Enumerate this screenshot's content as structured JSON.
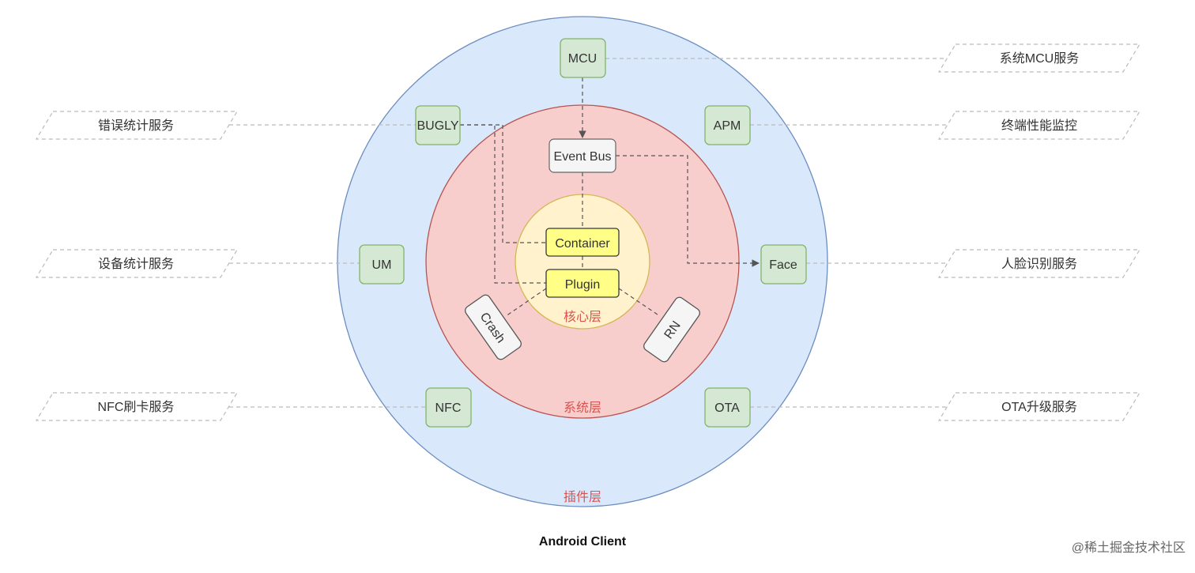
{
  "layers": {
    "plugin": "插件层",
    "system": "系统层",
    "core": "核心层"
  },
  "core_nodes": {
    "container": "Container",
    "plugin": "Plugin"
  },
  "system_nodes": {
    "event_bus": "Event Bus",
    "crash": "Crash",
    "rn": "RN"
  },
  "plugins": {
    "mcu": "MCU",
    "bugly": "BUGLY",
    "apm": "APM",
    "um": "UM",
    "face": "Face",
    "nfc": "NFC",
    "ota": "OTA"
  },
  "services": {
    "mcu": "系统MCU服务",
    "bugly": "错误统计服务",
    "apm": "终端性能监控",
    "um": "设备统计服务",
    "face": "人脸识别服务",
    "nfc": "NFC刷卡服务",
    "ota": "OTA升级服务"
  },
  "colors": {
    "outer_fill": "#dae8fc",
    "outer_stroke": "#6c8ebf",
    "middle_fill": "#f8cecc",
    "middle_stroke": "#b85450",
    "inner_fill": "#fff2cc",
    "inner_stroke": "#d6b656",
    "plugin_fill": "#d5e8d4",
    "plugin_stroke": "#82b366",
    "core_fill": "#ffff88",
    "core_stroke": "#36393d",
    "node_fill": "#f5f5f5",
    "node_stroke": "#666666"
  },
  "title": "Android Client",
  "watermark": "@稀土掘金技术社区"
}
